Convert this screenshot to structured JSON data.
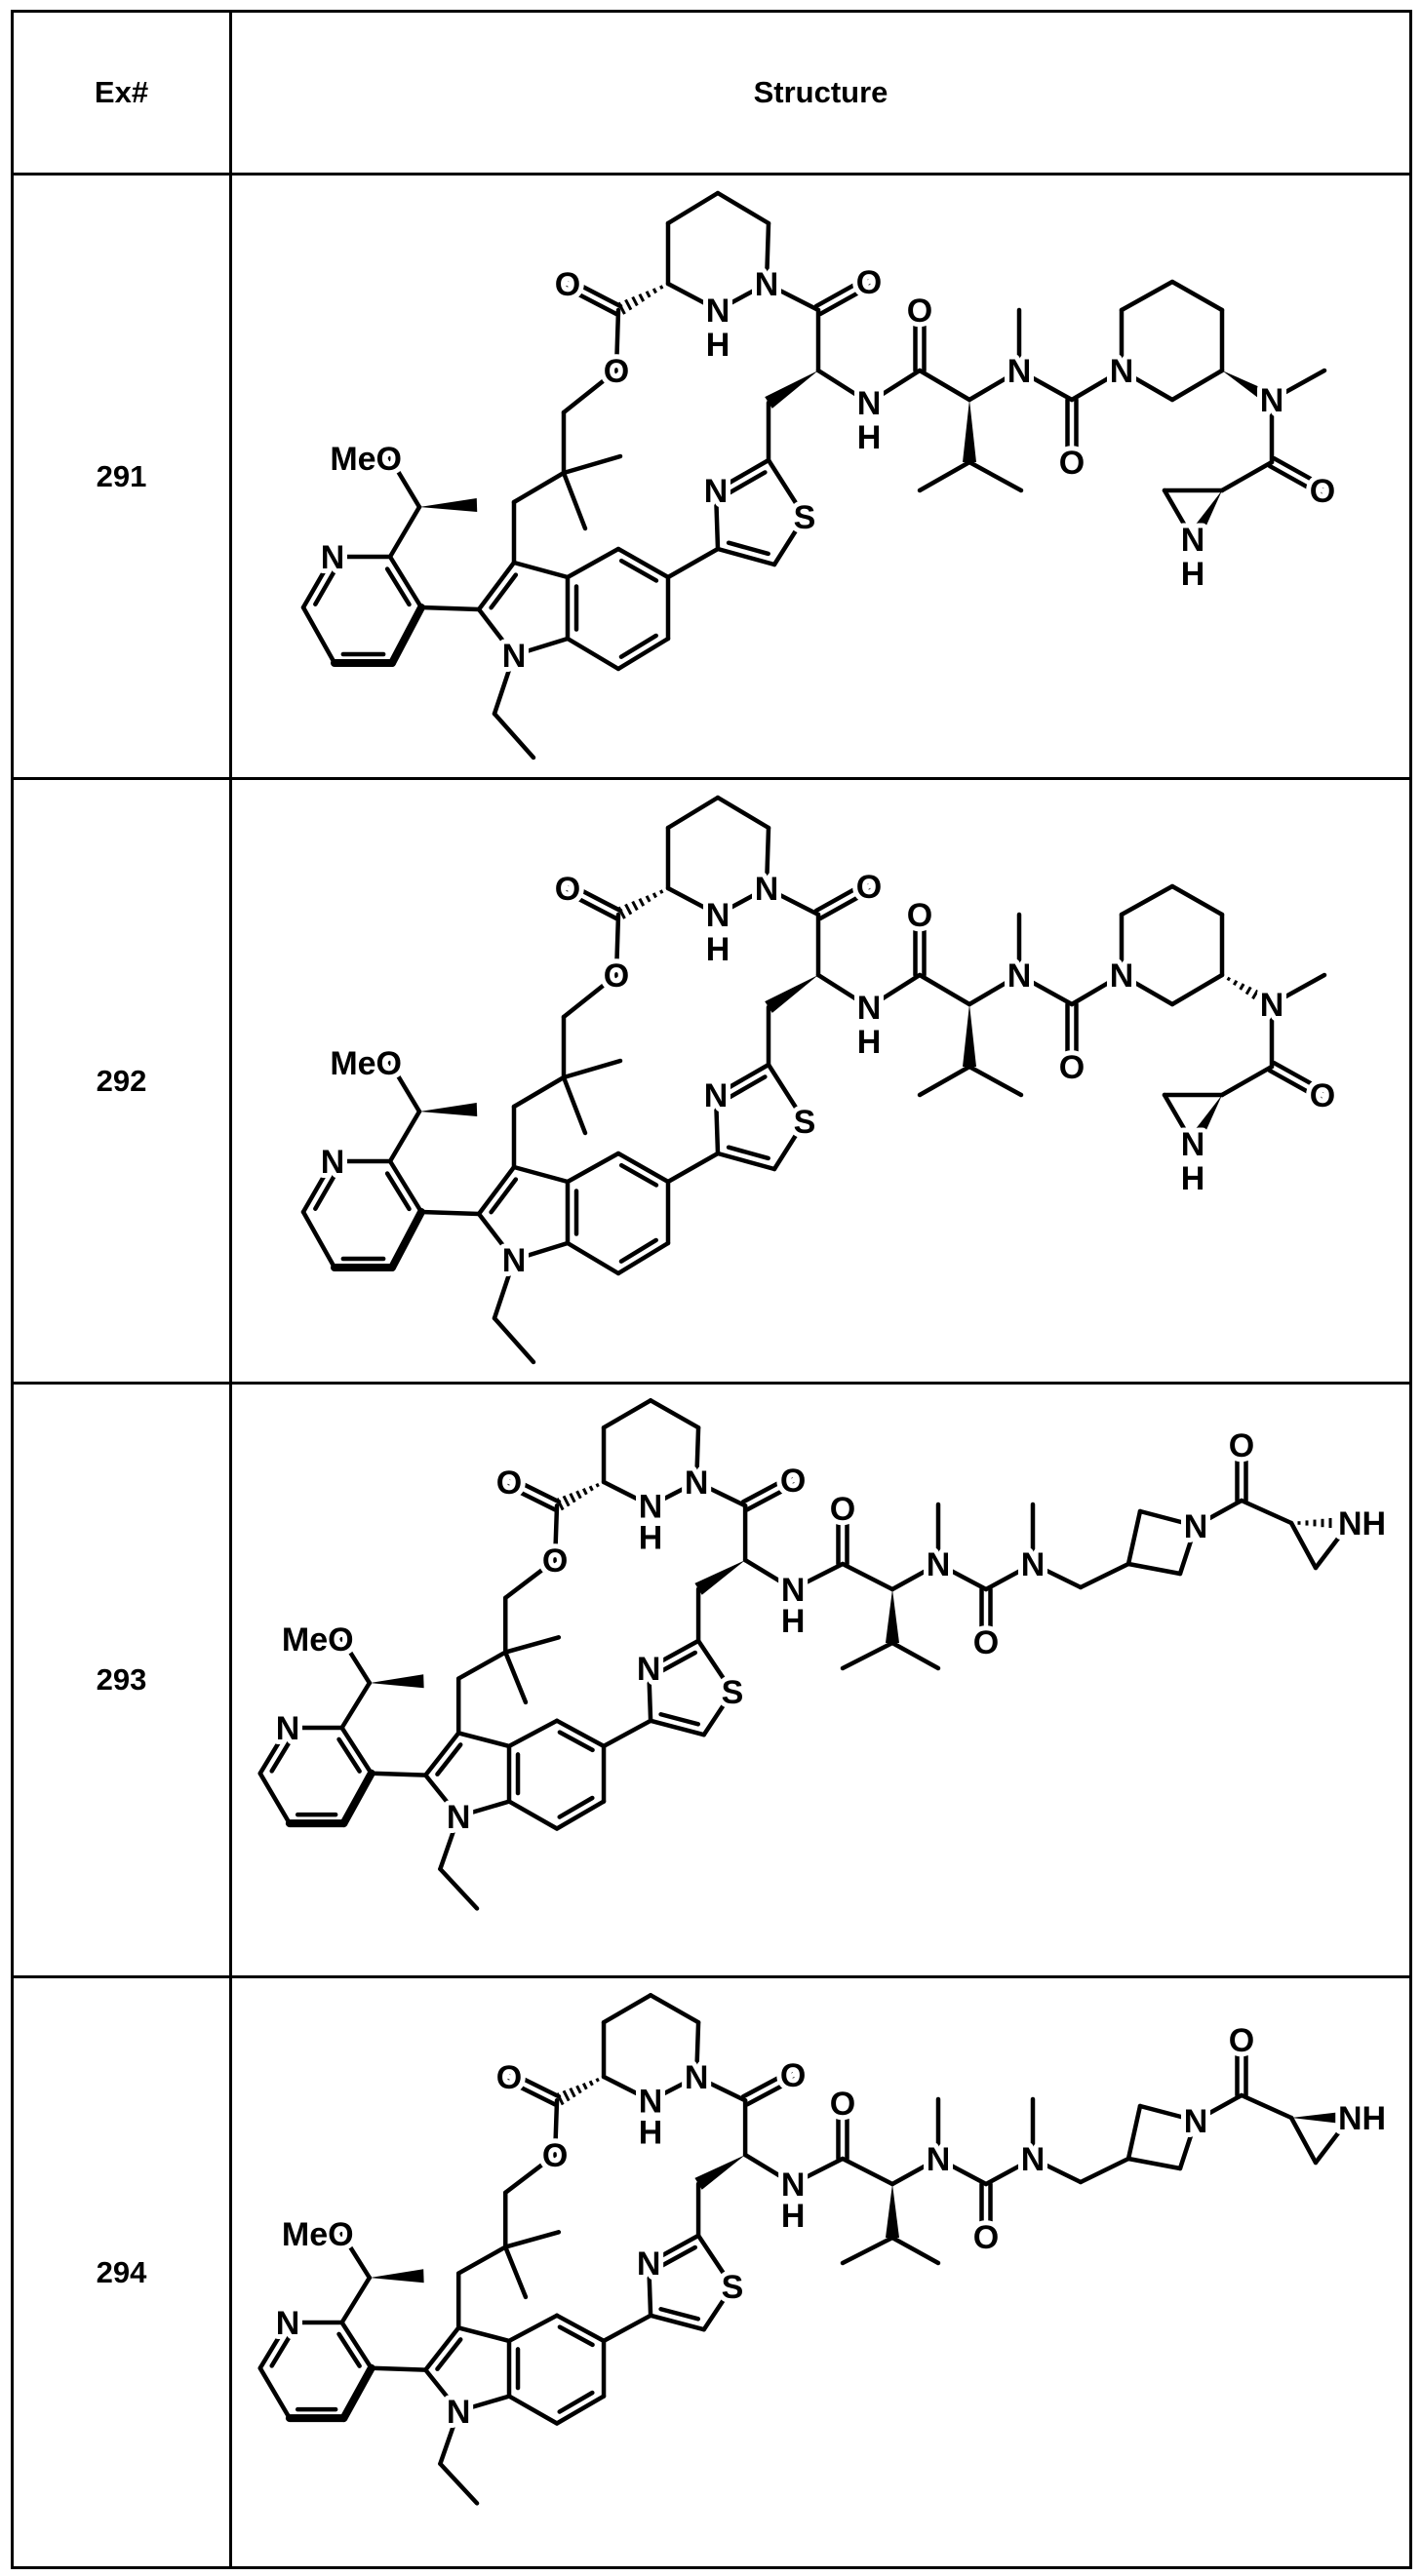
{
  "header": {
    "ex_label": "Ex#",
    "structure_label": "Structure"
  },
  "rows": [
    {
      "ex": "291",
      "atom_labels": [
        "MeO",
        "N",
        "N",
        "O",
        "O",
        "N",
        "H",
        "N",
        "O",
        "N",
        "S",
        "N",
        "H",
        "O",
        "N",
        "O",
        "N",
        "N",
        "O",
        "N",
        "H"
      ],
      "stereo": {
        "piperidine_c3": "bold-wedge",
        "aziridine": "bold-wedge"
      }
    },
    {
      "ex": "292",
      "atom_labels": [
        "MeO",
        "N",
        "N",
        "O",
        "O",
        "N",
        "H",
        "N",
        "O",
        "N",
        "S",
        "N",
        "H",
        "O",
        "N",
        "O",
        "N",
        "N",
        "O",
        "N",
        "H"
      ],
      "stereo": {
        "piperidine_c3": "hashed-wedge",
        "aziridine": "bold-wedge"
      }
    },
    {
      "ex": "293",
      "atom_labels": [
        "MeO",
        "N",
        "N",
        "O",
        "O",
        "N",
        "H",
        "N",
        "O",
        "N",
        "S",
        "N",
        "H",
        "O",
        "N",
        "O",
        "N",
        "N",
        "O",
        "NH"
      ],
      "stereo": {
        "aziridine": "hashed-wedge"
      }
    },
    {
      "ex": "294",
      "atom_labels": [
        "MeO",
        "N",
        "N",
        "O",
        "O",
        "N",
        "H",
        "N",
        "O",
        "N",
        "S",
        "N",
        "H",
        "O",
        "N",
        "O",
        "N",
        "N",
        "O",
        "NH"
      ],
      "stereo": {
        "aziridine": "bold-wedge"
      }
    }
  ]
}
